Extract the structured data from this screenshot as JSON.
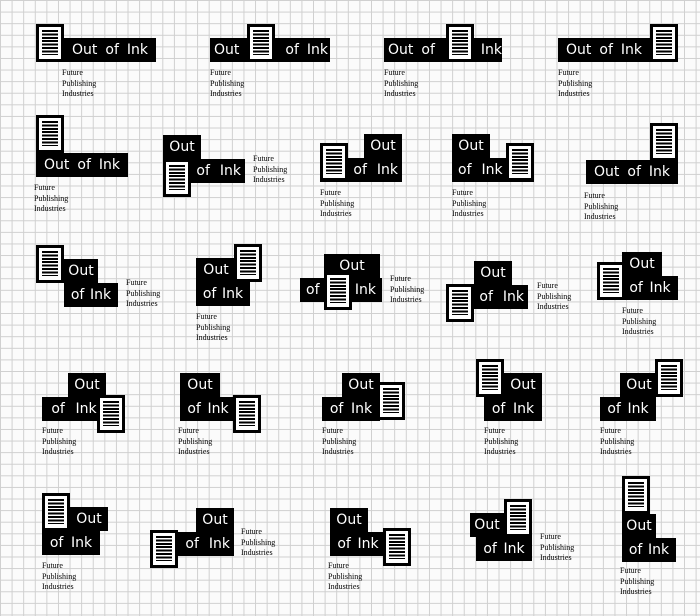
{
  "brand": {
    "line1": "Out",
    "line2": "of Ink",
    "out": "Out",
    "of": "of",
    "ink": "Ink",
    "tagline": "Future Publishing Industries",
    "tagline_stacked": "Future\nPublishing\nIndustries"
  },
  "icons": [
    "document-icon"
  ],
  "colors": {
    "ink": "#000000",
    "paper": "#ffffff",
    "grid": "#cfcfcf"
  }
}
